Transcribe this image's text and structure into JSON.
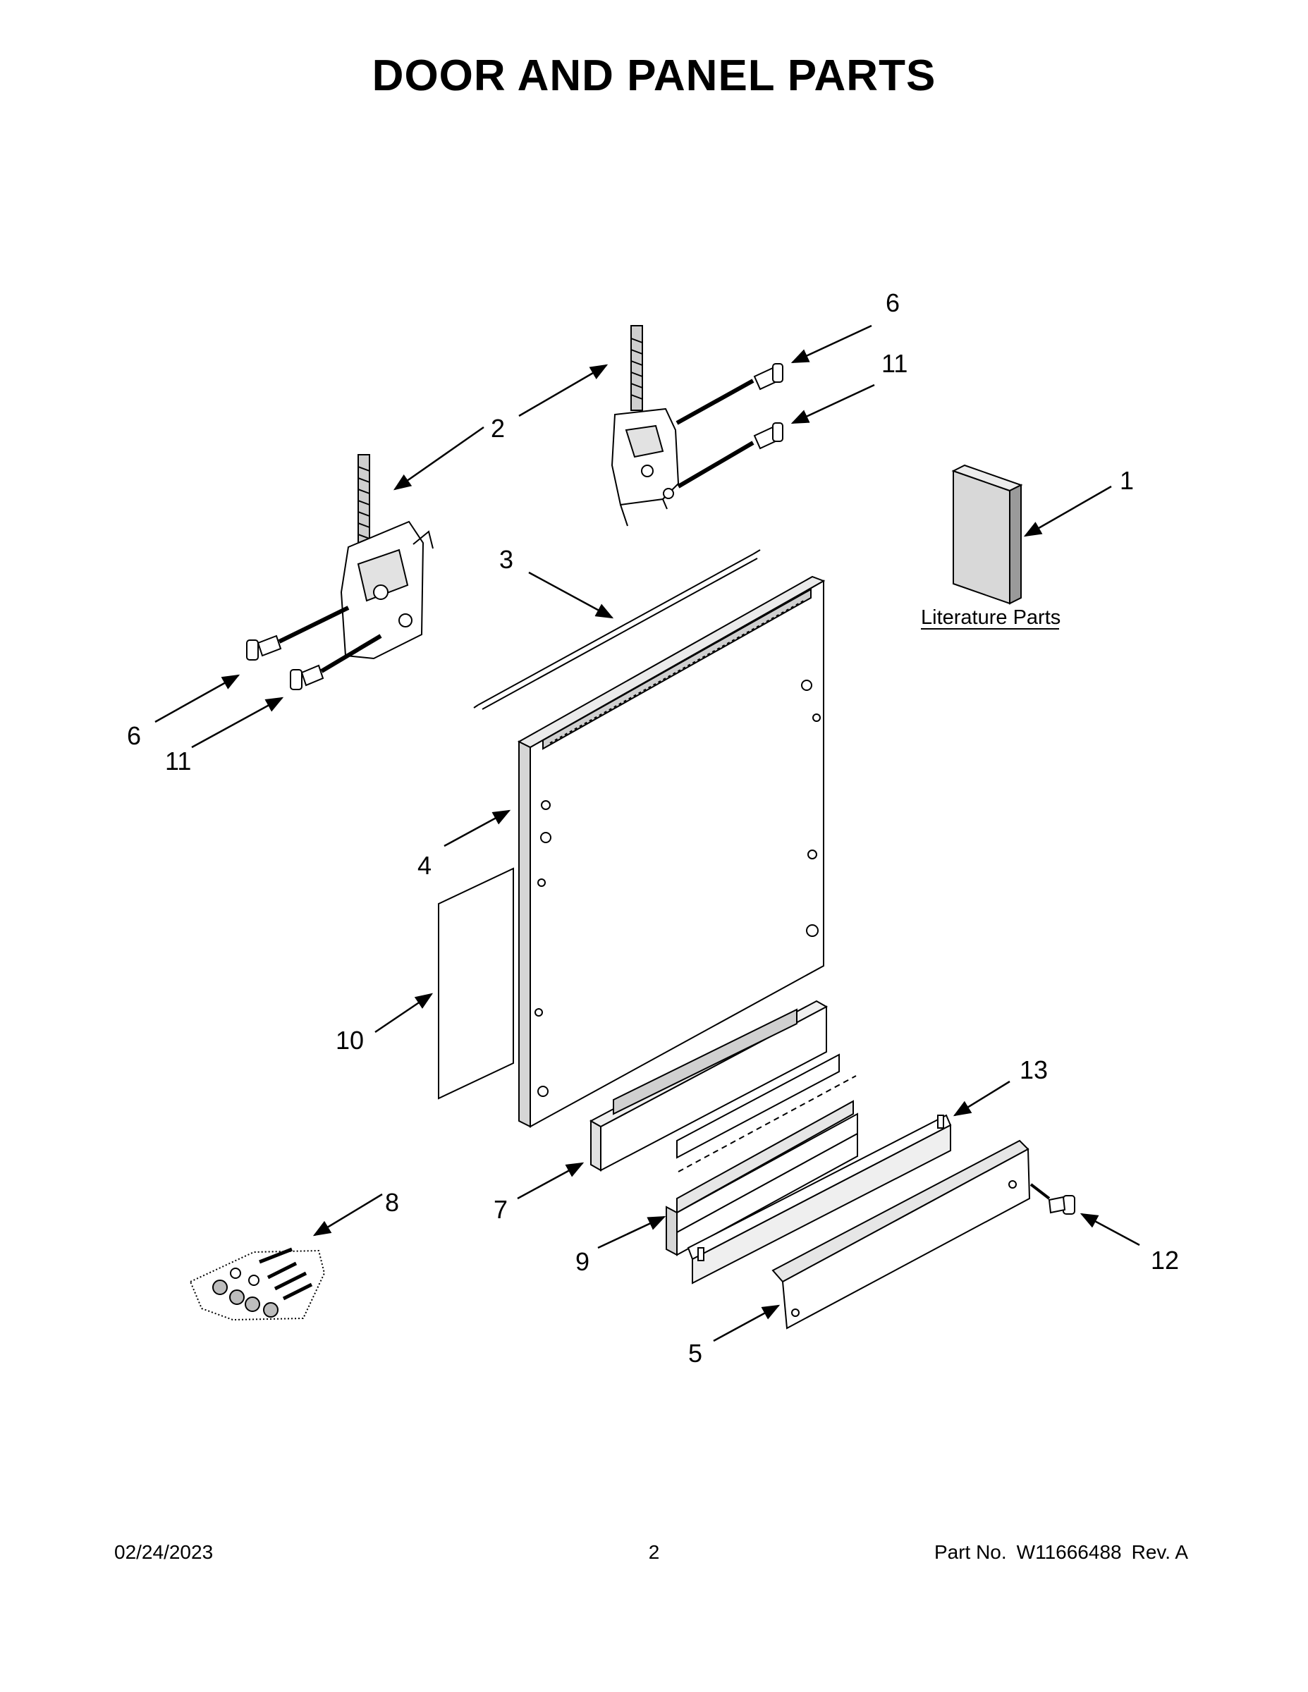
{
  "title": "DOOR AND PANEL PARTS",
  "callouts": {
    "c1": "1",
    "c2": "2",
    "c3": "3",
    "c4": "4",
    "c5": "5",
    "c6_upper": "6",
    "c6_lower": "6",
    "c7": "7",
    "c8": "8",
    "c9": "9",
    "c10": "10",
    "c11_upper": "11",
    "c11_lower": "11",
    "c12": "12",
    "c13": "13"
  },
  "literature_label": "Literature Parts",
  "footer": {
    "date": "02/24/2023",
    "page": "2",
    "part_label": "Part No.",
    "part_number": "W11666488",
    "revision": "Rev. A"
  }
}
